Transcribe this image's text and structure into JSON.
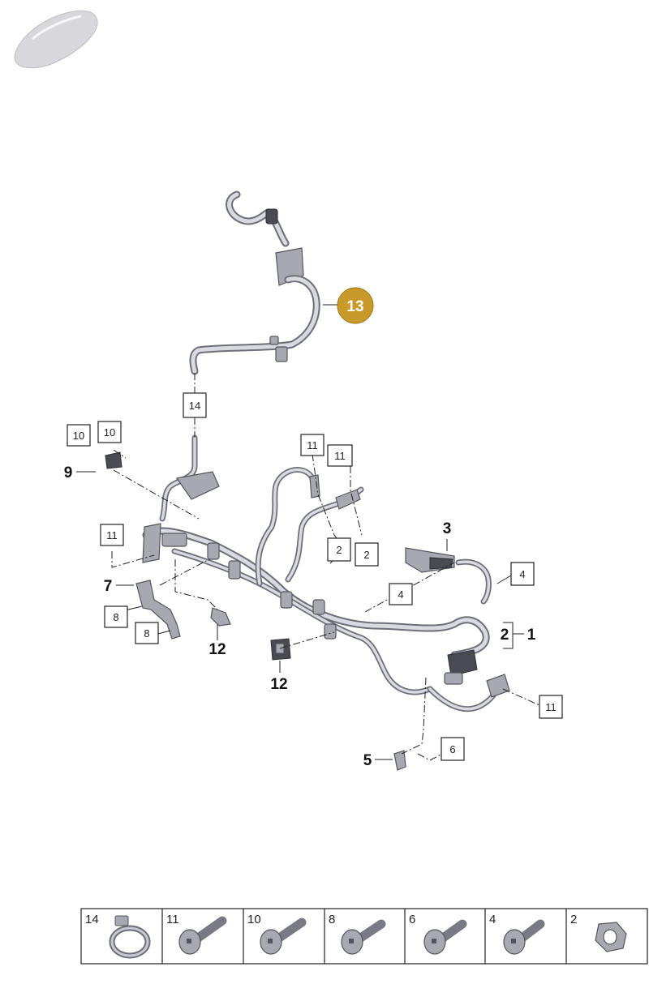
{
  "callouts": [
    {
      "id": "c14a",
      "text": "14"
    },
    {
      "id": "c10a",
      "text": "10"
    },
    {
      "id": "c10b",
      "text": "10"
    },
    {
      "id": "c11a",
      "text": "11"
    },
    {
      "id": "c11b",
      "text": "11"
    },
    {
      "id": "c11c",
      "text": "11"
    },
    {
      "id": "c11d",
      "text": "11"
    },
    {
      "id": "c2a",
      "text": "2"
    },
    {
      "id": "c2b",
      "text": "2"
    },
    {
      "id": "c4a",
      "text": "4"
    },
    {
      "id": "c4b",
      "text": "4"
    },
    {
      "id": "c8a",
      "text": "8"
    },
    {
      "id": "c8b",
      "text": "8"
    },
    {
      "id": "c6",
      "text": "6"
    }
  ],
  "bold_labels": {
    "l9": "9",
    "l7": "7",
    "l3": "3",
    "l2": "2",
    "l1": "1",
    "l12a": "12",
    "l12b": "12",
    "l5": "5"
  },
  "highlight": {
    "text": "13",
    "color": "#c79a2b"
  },
  "table": [
    {
      "num": "14",
      "icon": "hose-clamp-icon"
    },
    {
      "num": "11",
      "icon": "bolt-icon"
    },
    {
      "num": "10",
      "icon": "bolt-icon"
    },
    {
      "num": "8",
      "icon": "bolt-icon"
    },
    {
      "num": "6",
      "icon": "bolt-icon"
    },
    {
      "num": "4",
      "icon": "bolt-icon"
    },
    {
      "num": "2",
      "icon": "nut-icon"
    }
  ],
  "colors": {
    "pipe": "#6e6e78",
    "pipe_highlight": "#d9d9e0",
    "callout_13": "#c79a2b"
  }
}
